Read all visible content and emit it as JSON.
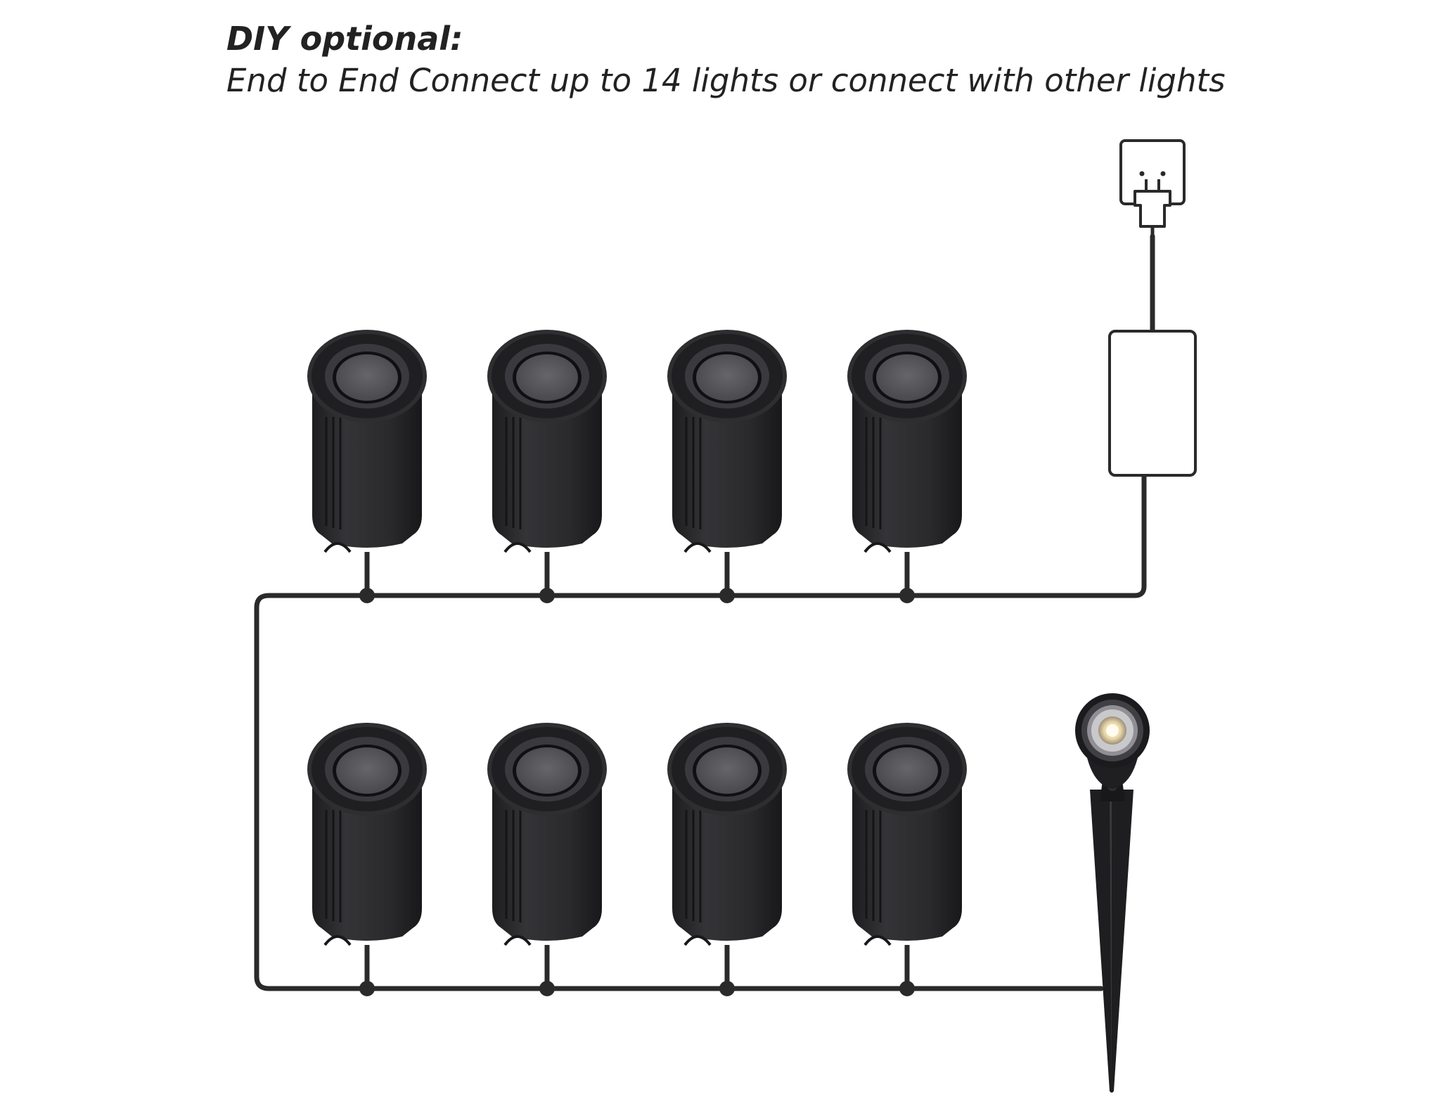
{
  "header": {
    "title": "DIY optional:",
    "subtitle": "End to End Connect up to 14 lights or connect with other lights"
  },
  "lights": {
    "top_row": [
      "deck-light",
      "deck-light",
      "deck-light",
      "deck-light"
    ],
    "bottom_row": [
      "deck-light",
      "deck-light",
      "deck-light",
      "deck-light"
    ]
  },
  "icons": {
    "outlet": "wall-outlet-icon",
    "plug": "plug-icon",
    "adapter": "power-adapter-icon",
    "spotlight": "spike-spotlight-icon"
  },
  "colors": {
    "wire": "#2a2a2a",
    "light_body": "#2b2b2d",
    "light_body_dark": "#1c1c1e",
    "lens": "#57575c",
    "spot_led": "#f2e6c8"
  }
}
